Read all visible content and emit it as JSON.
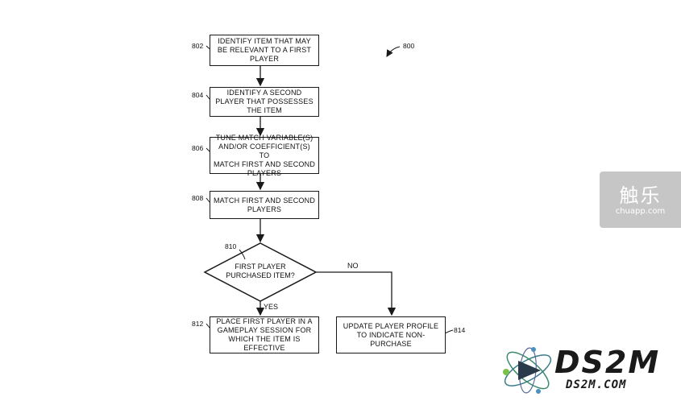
{
  "figure": {
    "number": "800"
  },
  "steps": [
    {
      "ref": "802",
      "text": "IDENTIFY ITEM THAT MAY\nBE RELEVANT TO A FIRST\nPLAYER"
    },
    {
      "ref": "804",
      "text": "IDENTIFY A SECOND\nPLAYER THAT POSSESSES\nTHE ITEM"
    },
    {
      "ref": "806",
      "text": "TUNE MATCH VARIABLE(S)\nAND/OR COEFFICIENT(S) TO\nMATCH FIRST AND SECOND\nPLAYERS"
    },
    {
      "ref": "808",
      "text": "MATCH FIRST AND SECOND\nPLAYERS"
    }
  ],
  "decision": {
    "ref": "810",
    "text": "FIRST PLAYER\nPURCHASED ITEM?",
    "yes_label": "YES",
    "no_label": "NO"
  },
  "outcomes": {
    "yes": {
      "ref": "812",
      "text": "PLACE FIRST PLAYER IN A\nGAMEPLAY SESSION FOR\nWHICH THE ITEM IS\nEFFECTIVE"
    },
    "no": {
      "ref": "814",
      "text": "UPDATE PLAYER PROFILE\nTO INDICATE NON-\nPURCHASE"
    }
  },
  "watermarks": {
    "chuapp_title": "触乐",
    "chuapp_url": "chuapp.com",
    "ds2m_logo": "DS2M",
    "ds2m_url": "DS2M.COM"
  }
}
